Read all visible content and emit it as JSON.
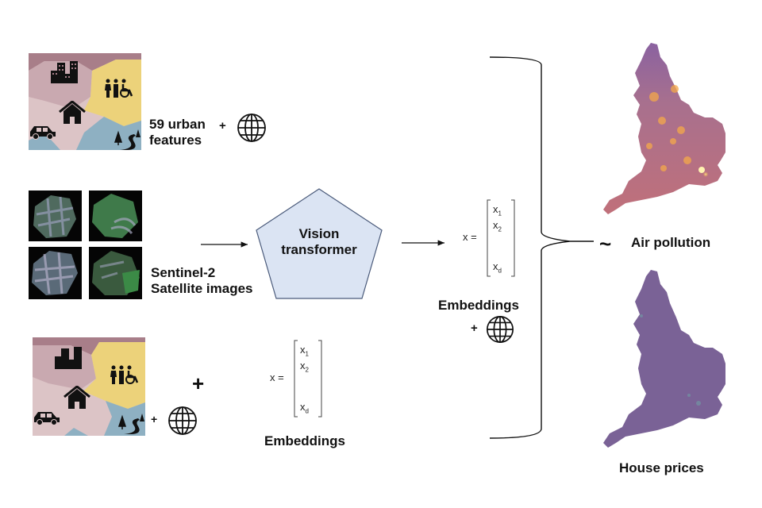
{
  "top_input": {
    "label_line1": "59 urban",
    "label_line2": "features",
    "plus": "+",
    "icons": [
      "buildings-icon",
      "people-accessibility-icon",
      "house-icon",
      "car-icon",
      "trees-road-icon",
      "globe-icon"
    ]
  },
  "middle_input": {
    "label_line1": "Sentinel-2",
    "label_line2": "Satellite images",
    "tiles": 4
  },
  "model": {
    "label_line1": "Vision",
    "label_line2": "transformer",
    "fill": "#dbe4f3",
    "stroke": "#4a5a7a"
  },
  "bottom_input": {
    "big_plus": "+",
    "small_plus": "+",
    "embedding_label": "Embeddings"
  },
  "vector": {
    "lhs": "x =",
    "entries": [
      "x",
      "x",
      "x"
    ],
    "subscripts": [
      "1",
      "2",
      "d"
    ]
  },
  "output_embeddings": {
    "label": "Embeddings",
    "plus": "+"
  },
  "targets": {
    "tilde": "~",
    "air_pollution": "Air pollution",
    "house_prices": "House prices"
  },
  "colors": {
    "hex_mauve": "#a87e89",
    "hex_pink": "#dcc4c6",
    "hex_yellow": "#ecd27a",
    "hex_blue": "#8eb0c2",
    "map_air_base": "#b06a8a",
    "map_air_hot": "#f6b04a",
    "map_house_base": "#7a6296"
  }
}
